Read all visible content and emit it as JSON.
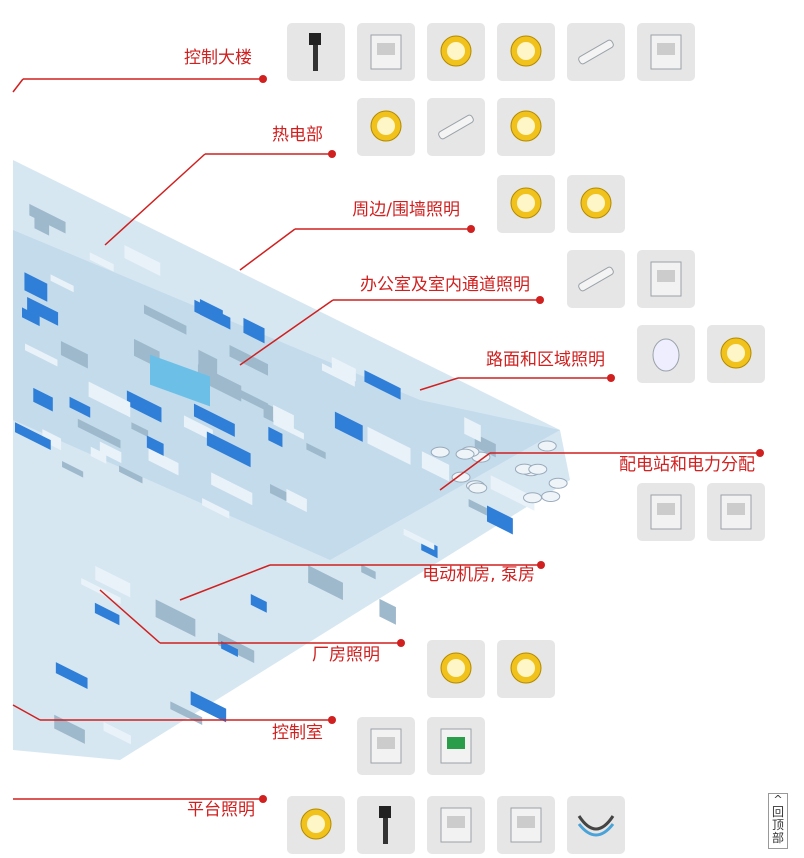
{
  "sections": [
    {
      "label": "控制大楼",
      "products": [
        "control-post-icon",
        "explosion-proof-panel-icon",
        "high-bay-lamp-icon",
        "floodlight-icon",
        "tube-light-icon",
        "junction-box-icon"
      ]
    },
    {
      "label": "热电部",
      "products": [
        "glass-dome-lamp-icon",
        "led-strip-fixture-icon",
        "linear-floodlight-icon"
      ]
    },
    {
      "label": "周边/围墙照明",
      "products": [
        "panel-floodlight-icon",
        "spotlight-icon"
      ]
    },
    {
      "label": "办公室及室内通道照明",
      "products": [
        "tube-light-icon",
        "junction-box-icon"
      ]
    },
    {
      "label": "路面和区域照明",
      "products": [
        "street-light-icon",
        "pendant-lamp-icon"
      ]
    },
    {
      "label": "配电站和电力分配",
      "products": [
        "distribution-cabinet-icon",
        "power-cabinet-icon"
      ]
    },
    {
      "label": "电动机房, 泵房",
      "products": []
    },
    {
      "label": "厂房照明",
      "products": [
        "floodlight-icon",
        "panel-floodlight-icon"
      ]
    },
    {
      "label": "控制室",
      "products": [
        "emergency-light-icon",
        "exit-sign-icon"
      ]
    },
    {
      "label": "平台照明",
      "products": [
        "platform-lamp-icon",
        "pole-light-icon",
        "conduit-box-icon",
        "junction-box-icon",
        "flexible-conduit-icon"
      ]
    }
  ],
  "back_to_top": {
    "arrow": "^",
    "label": "回顶部"
  },
  "colors": {
    "accent": "#d0201f",
    "tile": "#e6e6e6",
    "ground": "#cfe3ef",
    "building": "#2f7ed8"
  }
}
